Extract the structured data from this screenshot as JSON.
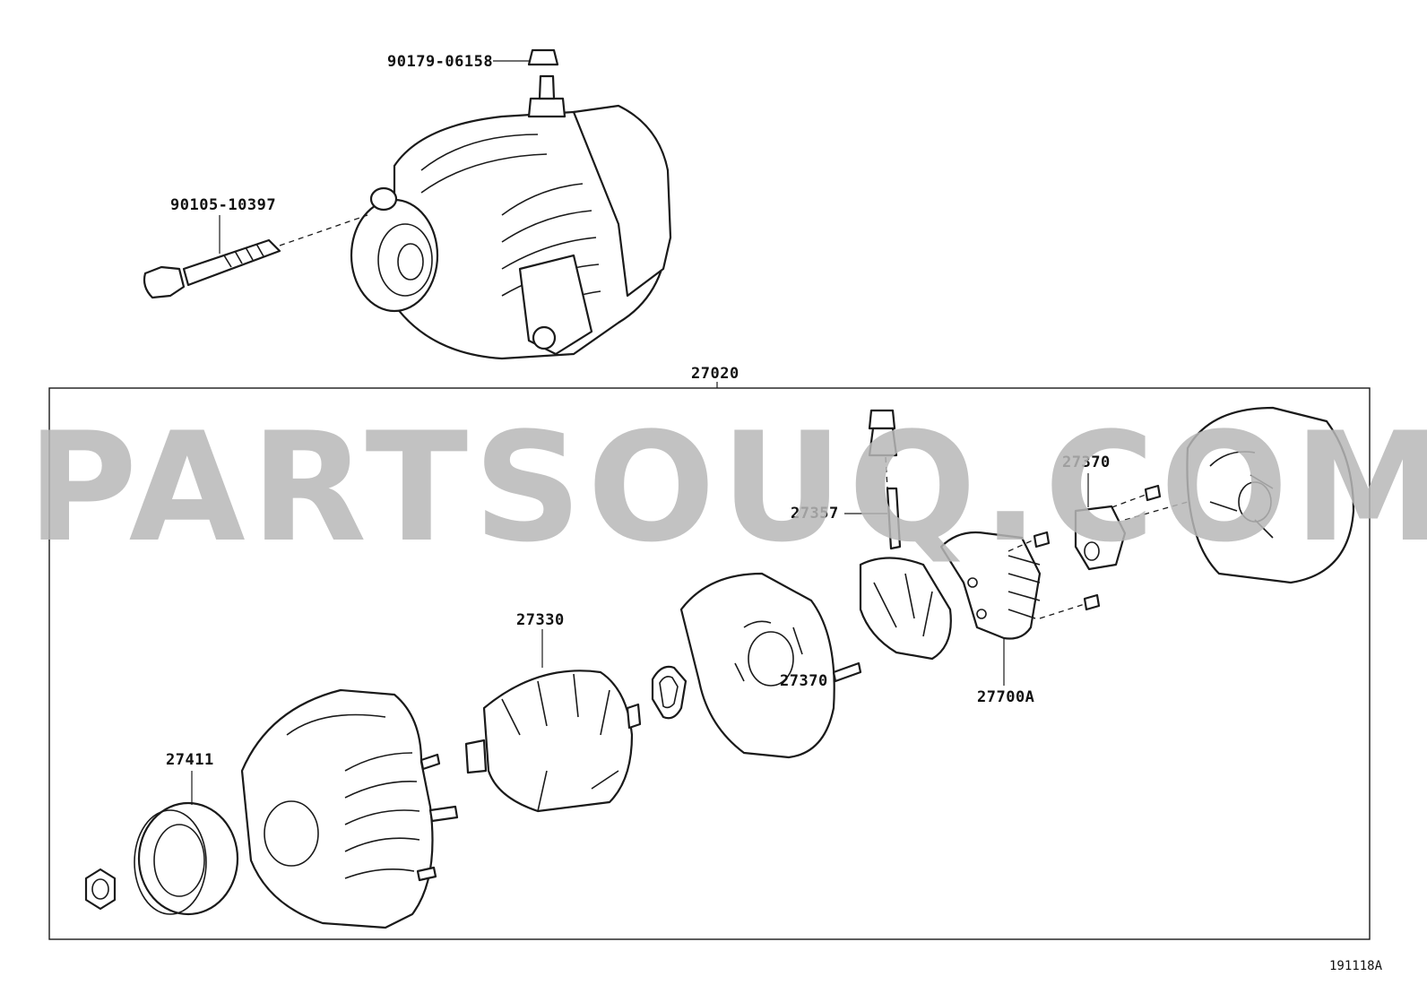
{
  "watermark": "PARTSOUQ.COM",
  "figure_code": "191118A",
  "assembly_label": "27020",
  "labels": {
    "nut_top": "90179-06158",
    "bolt": "90105-10397",
    "end_cover": "27370",
    "terminal_insulator": "27357",
    "rotor": "27330",
    "rectifier_holder": "27370",
    "regulator": "27700A",
    "pulley": "27411"
  }
}
